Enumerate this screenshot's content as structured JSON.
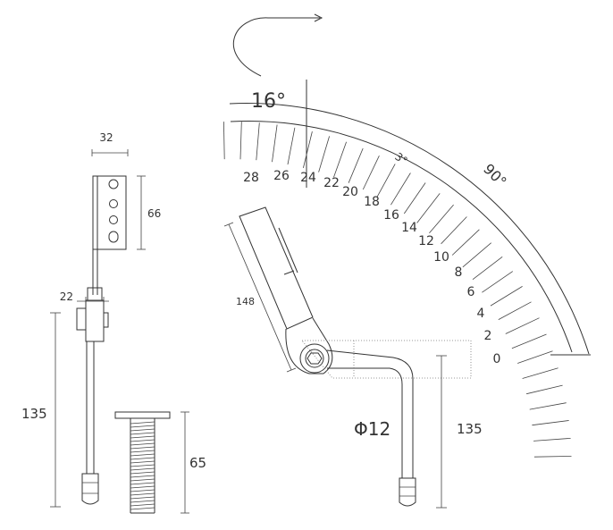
{
  "colors": {
    "ink": "#333333",
    "background": "#ffffff"
  },
  "dimensions": {
    "side_width": "32",
    "bracket_height": "66",
    "clamp_width": "22",
    "side_rod_length": "135",
    "screw_length": "65",
    "arm_length": "148",
    "front_rod_length": "135",
    "rod_diameter": "Φ12"
  },
  "protractor": {
    "angle_top": "16°",
    "angle_small": "3°",
    "angle_outer": "90°",
    "scale_labels": [
      "0",
      "2",
      "4",
      "6",
      "8",
      "10",
      "12",
      "14",
      "16",
      "18",
      "20",
      "22",
      "24",
      "26",
      "28"
    ]
  }
}
